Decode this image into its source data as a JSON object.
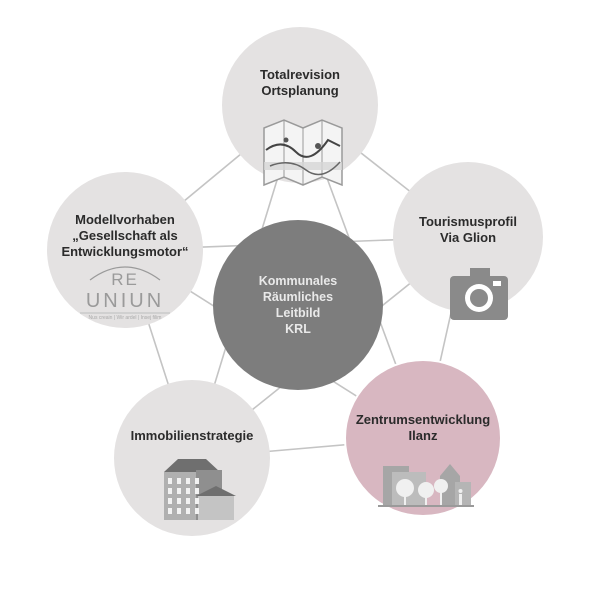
{
  "center": {
    "lines": [
      "Kommunales",
      "Räumliches",
      "Leitbild",
      "KRL"
    ]
  },
  "nodes": [
    {
      "id": "top",
      "lines": [
        "Totalrevision",
        "Ortsplanung"
      ],
      "icon": "map-icon"
    },
    {
      "id": "right",
      "lines": [
        "Tourismusprofil",
        "Via Glion"
      ],
      "icon": "camera-icon"
    },
    {
      "id": "bottom-right",
      "lines": [
        "Zentrumsentwicklung",
        "Ilanz"
      ],
      "icon": "town-center-icon"
    },
    {
      "id": "bottom-left",
      "lines": [
        "Immobilienstrategie"
      ],
      "icon": "buildings-icon"
    },
    {
      "id": "left",
      "lines": [
        "Modellvorhaben",
        "„Gesellschaft als",
        "Entwicklungsmotor“"
      ],
      "icon": "reuniun-logo"
    }
  ],
  "logo": {
    "line1": "RE",
    "line2": "UNIUN",
    "tagline": "Nus creain | Wir ardel | Insej filim"
  },
  "colors": {
    "circle": "#e4e2e2",
    "highlight": "#d8b7c1",
    "center": "#7d7d7d",
    "edge": "#c4c4c4",
    "icon": "#8a8a8a"
  }
}
